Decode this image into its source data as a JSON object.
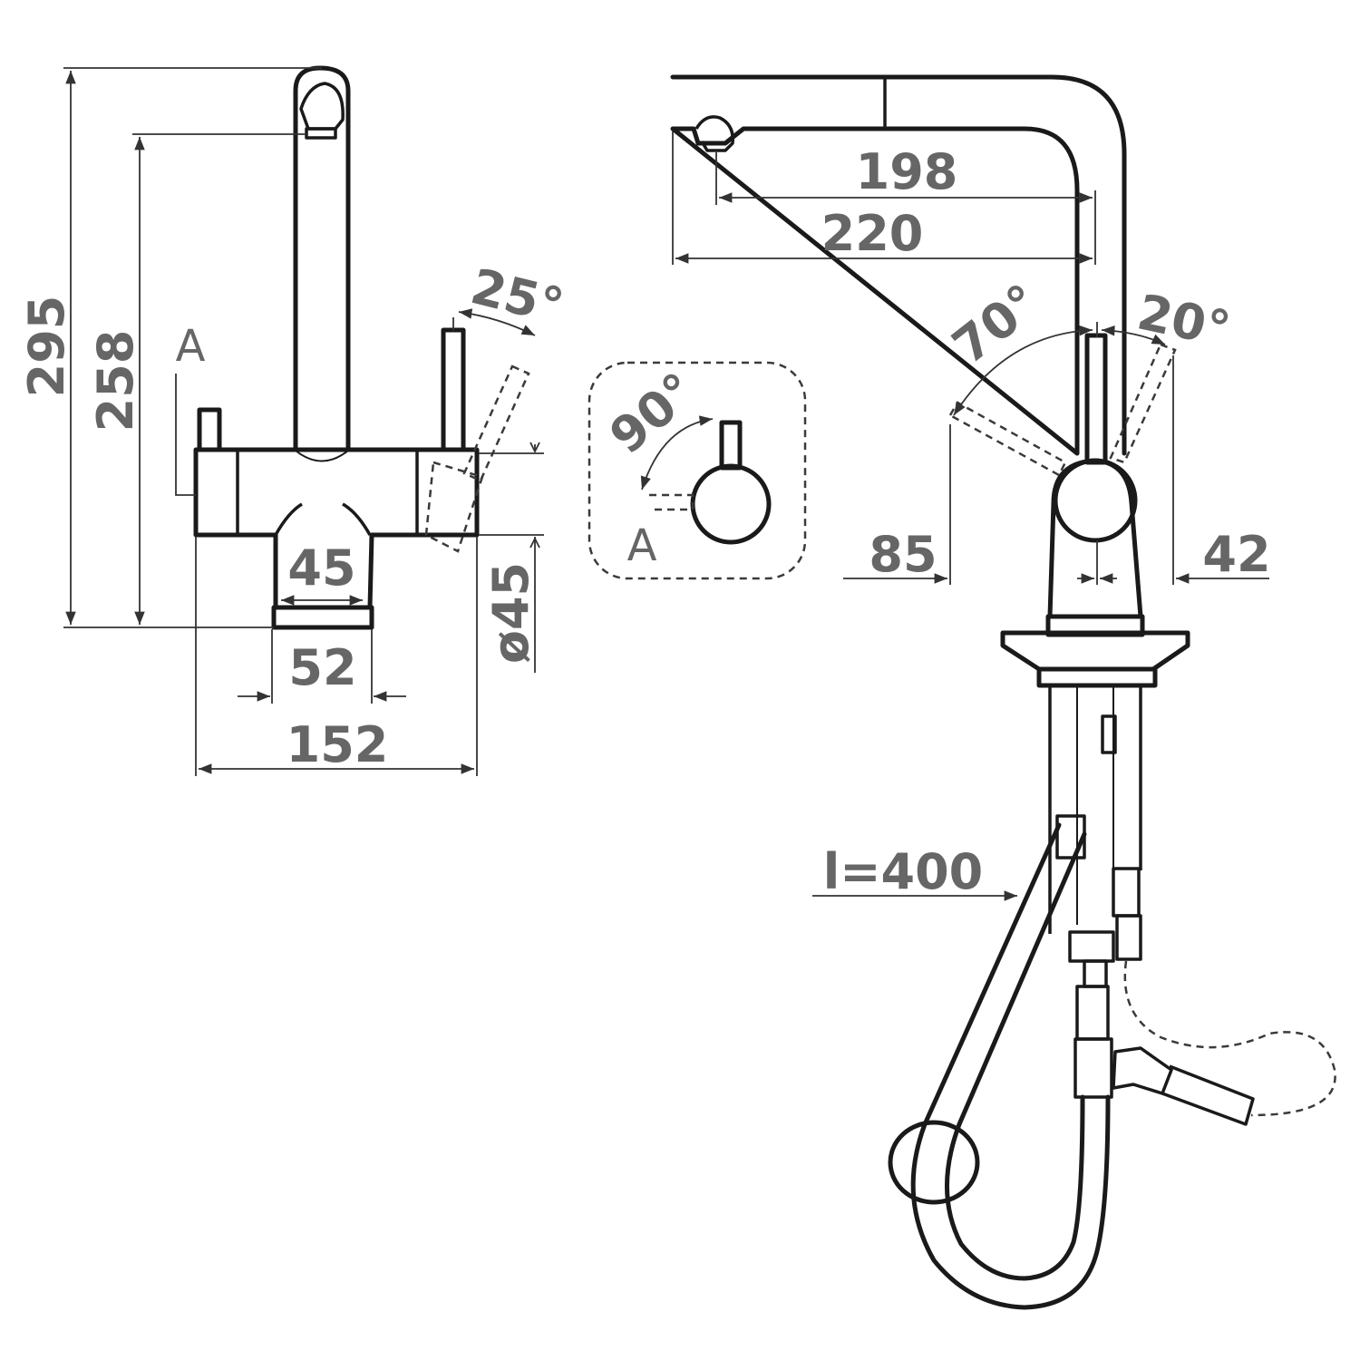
{
  "front_view": {
    "height_total": "295",
    "height_spout": "258",
    "label_a": "A",
    "angle_lever": "25°",
    "outlet_width": "45",
    "base_width": "52",
    "body_width": "152",
    "body_diameter": "ø45"
  },
  "detail_a": {
    "angle": "90°",
    "label": "A"
  },
  "side_view": {
    "reach_aerator": "198",
    "reach_total": "220",
    "angle_left": "70°",
    "angle_right": "20°",
    "offset_left": "85",
    "offset_right": "42",
    "hose_length": "l=400"
  }
}
